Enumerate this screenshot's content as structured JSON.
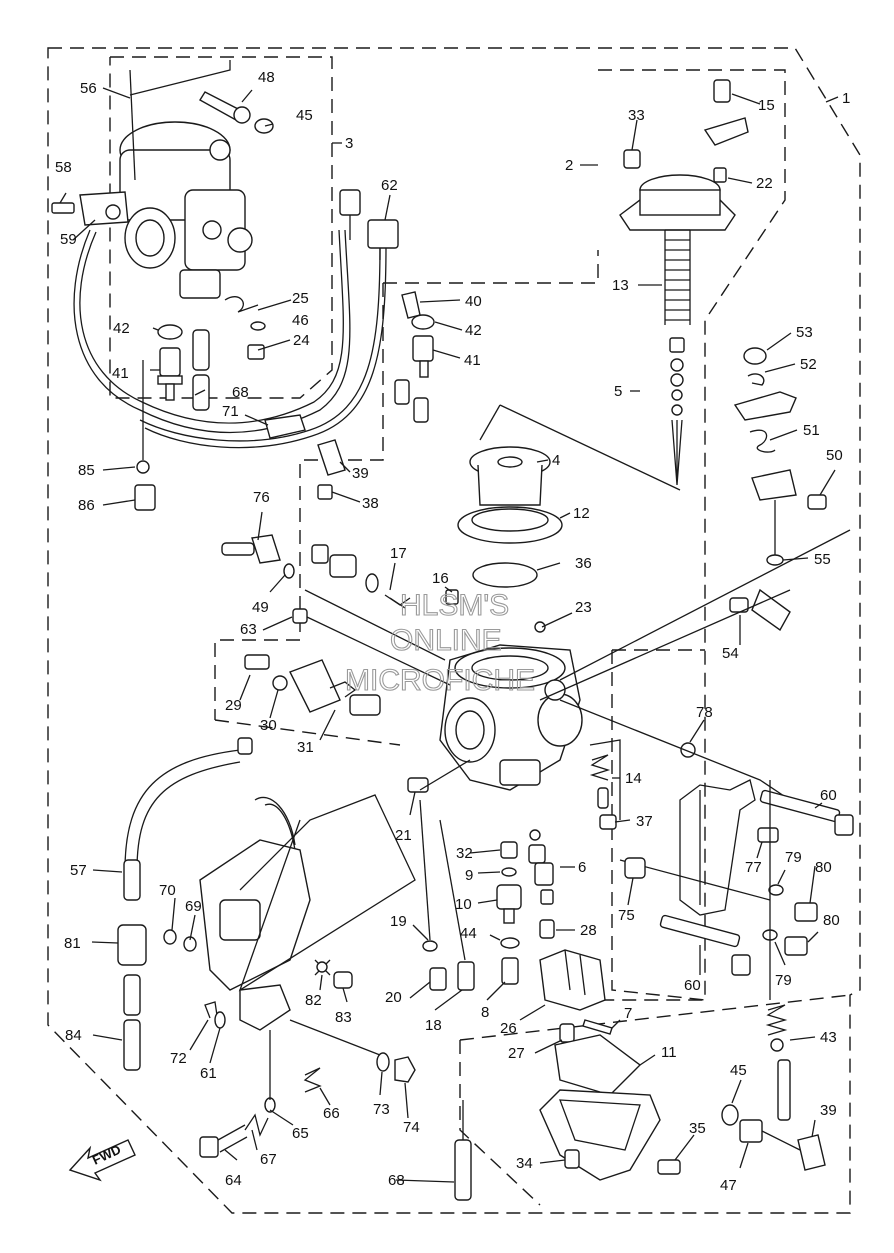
{
  "watermark": [
    "HLSM'S",
    "ONLINE",
    "MICROFICHE"
  ],
  "direction_label": "FWD",
  "callouts": {
    "c1": "1",
    "c2": "2",
    "c3": "3",
    "c4": "4",
    "c5": "5",
    "c6": "6",
    "c7": "7",
    "c8": "8",
    "c9": "9",
    "c10": "10",
    "c11": "11",
    "c12": "12",
    "c13": "13",
    "c14": "14",
    "c15": "15",
    "c16": "16",
    "c17": "17",
    "c18": "18",
    "c19": "19",
    "c20": "20",
    "c21": "21",
    "c22": "22",
    "c23": "23",
    "c24": "24",
    "c25": "25",
    "c26": "26",
    "c27": "27",
    "c28": "28",
    "c29": "29",
    "c30": "30",
    "c31": "31",
    "c32": "32",
    "c33": "33",
    "c34": "34",
    "c35": "35",
    "c36": "36",
    "c37": "37",
    "c38": "38",
    "c39a": "39",
    "c39b": "39",
    "c40": "40",
    "c41a": "41",
    "c41b": "41",
    "c42a": "42",
    "c42b": "42",
    "c43": "43",
    "c44": "44",
    "c45a": "45",
    "c45b": "45",
    "c46": "46",
    "c47": "47",
    "c48": "48",
    "c49": "49",
    "c50": "50",
    "c51": "51",
    "c52": "52",
    "c53": "53",
    "c54": "54",
    "c55": "55",
    "c56": "56",
    "c57": "57",
    "c58": "58",
    "c59": "59",
    "c60a": "60",
    "c60b": "60",
    "c61": "61",
    "c62": "62",
    "c63": "63",
    "c64": "64",
    "c65": "65",
    "c66": "66",
    "c67": "67",
    "c68a": "68",
    "c68b": "68",
    "c69": "69",
    "c70": "70",
    "c71": "71",
    "c72": "72",
    "c73": "73",
    "c74": "74",
    "c75": "75",
    "c76": "76",
    "c77": "77",
    "c78": "78",
    "c79a": "79",
    "c79b": "79",
    "c80a": "80",
    "c80b": "80",
    "c81": "81",
    "c82": "82",
    "c83": "83",
    "c84": "84",
    "c85": "85",
    "c86": "86"
  }
}
